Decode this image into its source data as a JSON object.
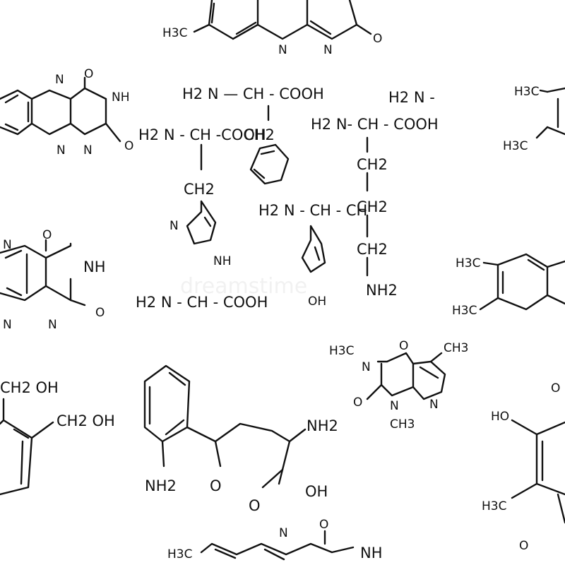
{
  "watermark": "dreamstime",
  "labels": {
    "h2n_ch_cooh_top": "H2 N — CH - COOH",
    "h2n_top_right": "H2 N -",
    "h2n_ch_cooh_right": "H2 N- CH - COOH",
    "h2n_ch_cooh_left": "H2 N - CH -COOH",
    "ch2_left": "CH2",
    "ch2_center": "CH2",
    "ch2_right_1": "CH2",
    "ch2_right_2": "CH2",
    "ch2_right_3": "CH2",
    "h2n_ch_ch_mid": "H2 N - CH - CH",
    "nh2_right": "NH2",
    "oh_tyr": "OH",
    "h2n_ch_cooh_bottom": "H2 N - CH - COOH",
    "nh_imid": "NH",
    "n_imid": "N",
    "h3c_top": "H3C",
    "n_top_1": "N",
    "n_top_2": "N",
    "o_top": "O",
    "n_acr_1": "N",
    "n_acr_2": "N",
    "n_acr_3": "N",
    "nh_acr": "NH",
    "o_acr_1": "O",
    "o_acr_2": "O",
    "h3c_r1": "H3C",
    "h3c_r2": "H3C",
    "n_left_1": "N",
    "n_left_2": "N",
    "n_left_3": "N",
    "nh_left": "NH",
    "o_left_1": "O",
    "o_left_2": "O",
    "h3c_r3": "H3C",
    "h3c_r4": "H3C",
    "h3c_n": "H3C",
    "n_mid": "N",
    "ch3_mid_1": "CH3",
    "o_mid_1": "O",
    "o_mid_2": "O",
    "n_mid_2": "N",
    "n_mid_3": "N",
    "ch3_mid_2": "CH3",
    "ch2oh_1": "CH2 OH",
    "ch2oh_2": "CH2 OH",
    "nh2_kyn_1": "NH2",
    "nh2_kyn_2": "NH2",
    "o_kyn_1": "O",
    "o_kyn_2": "O",
    "oh_kyn": "OH",
    "ho_right": "HO",
    "h3c_right": "H3C",
    "o_right": "O",
    "o_right_2": "O",
    "h3c_bottom": "H3C",
    "n_bottom": "N",
    "o_bottom": "O",
    "nh_bottom": "NH"
  }
}
